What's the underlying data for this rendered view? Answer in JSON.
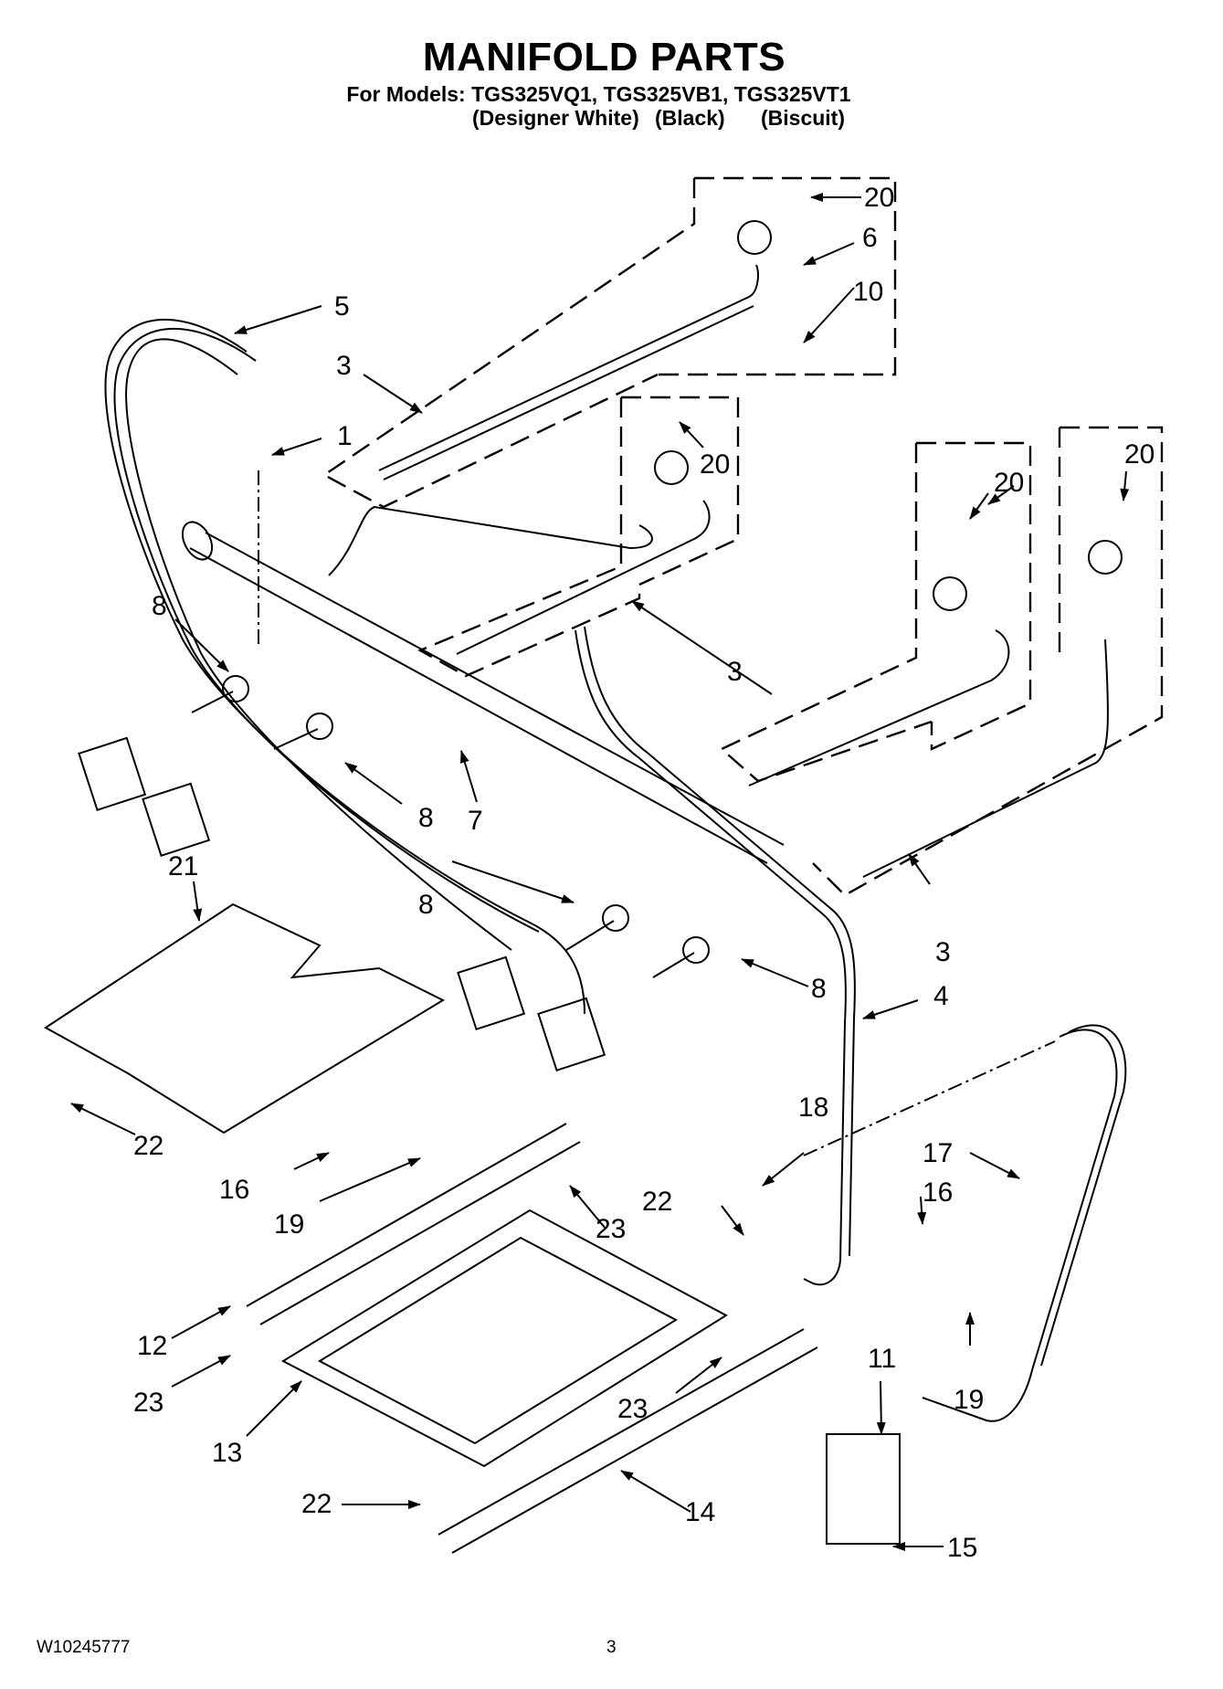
{
  "header": {
    "title": "MANIFOLD PARTS",
    "models_line": "For Models: TGS325VQ1, TGS325VB1, TGS325VT1",
    "variants": [
      "(Designer White)",
      "(Black)",
      "(Biscuit)"
    ]
  },
  "callouts": [
    {
      "id": "c20a",
      "label": "20"
    },
    {
      "id": "c6",
      "label": "6"
    },
    {
      "id": "c10",
      "label": "10"
    },
    {
      "id": "c5",
      "label": "5"
    },
    {
      "id": "c3a",
      "label": "3"
    },
    {
      "id": "c1",
      "label": "1"
    },
    {
      "id": "c20b",
      "label": "20"
    },
    {
      "id": "c20c",
      "label": "20"
    },
    {
      "id": "c20d",
      "label": "20"
    },
    {
      "id": "c8a",
      "label": "8"
    },
    {
      "id": "c3b",
      "label": "3"
    },
    {
      "id": "c7",
      "label": "7"
    },
    {
      "id": "c8b",
      "label": "8"
    },
    {
      "id": "c21",
      "label": "21"
    },
    {
      "id": "c8c",
      "label": "8"
    },
    {
      "id": "c3c",
      "label": "3"
    },
    {
      "id": "c8d",
      "label": "8"
    },
    {
      "id": "c4",
      "label": "4"
    },
    {
      "id": "c22a",
      "label": "22"
    },
    {
      "id": "c18",
      "label": "18"
    },
    {
      "id": "c17",
      "label": "17"
    },
    {
      "id": "c16a",
      "label": "16"
    },
    {
      "id": "c19a",
      "label": "19"
    },
    {
      "id": "c23a",
      "label": "23"
    },
    {
      "id": "c22b",
      "label": "22"
    },
    {
      "id": "c16b",
      "label": "16"
    },
    {
      "id": "c12",
      "label": "12"
    },
    {
      "id": "c23b",
      "label": "23"
    },
    {
      "id": "c19b",
      "label": "19"
    },
    {
      "id": "c11",
      "label": "11"
    },
    {
      "id": "c23c",
      "label": "23"
    },
    {
      "id": "c13",
      "label": "13"
    },
    {
      "id": "c22c",
      "label": "22"
    },
    {
      "id": "c14",
      "label": "14"
    },
    {
      "id": "c15",
      "label": "15"
    }
  ],
  "footer": {
    "doc_number": "W10245777",
    "page_number": "3"
  }
}
